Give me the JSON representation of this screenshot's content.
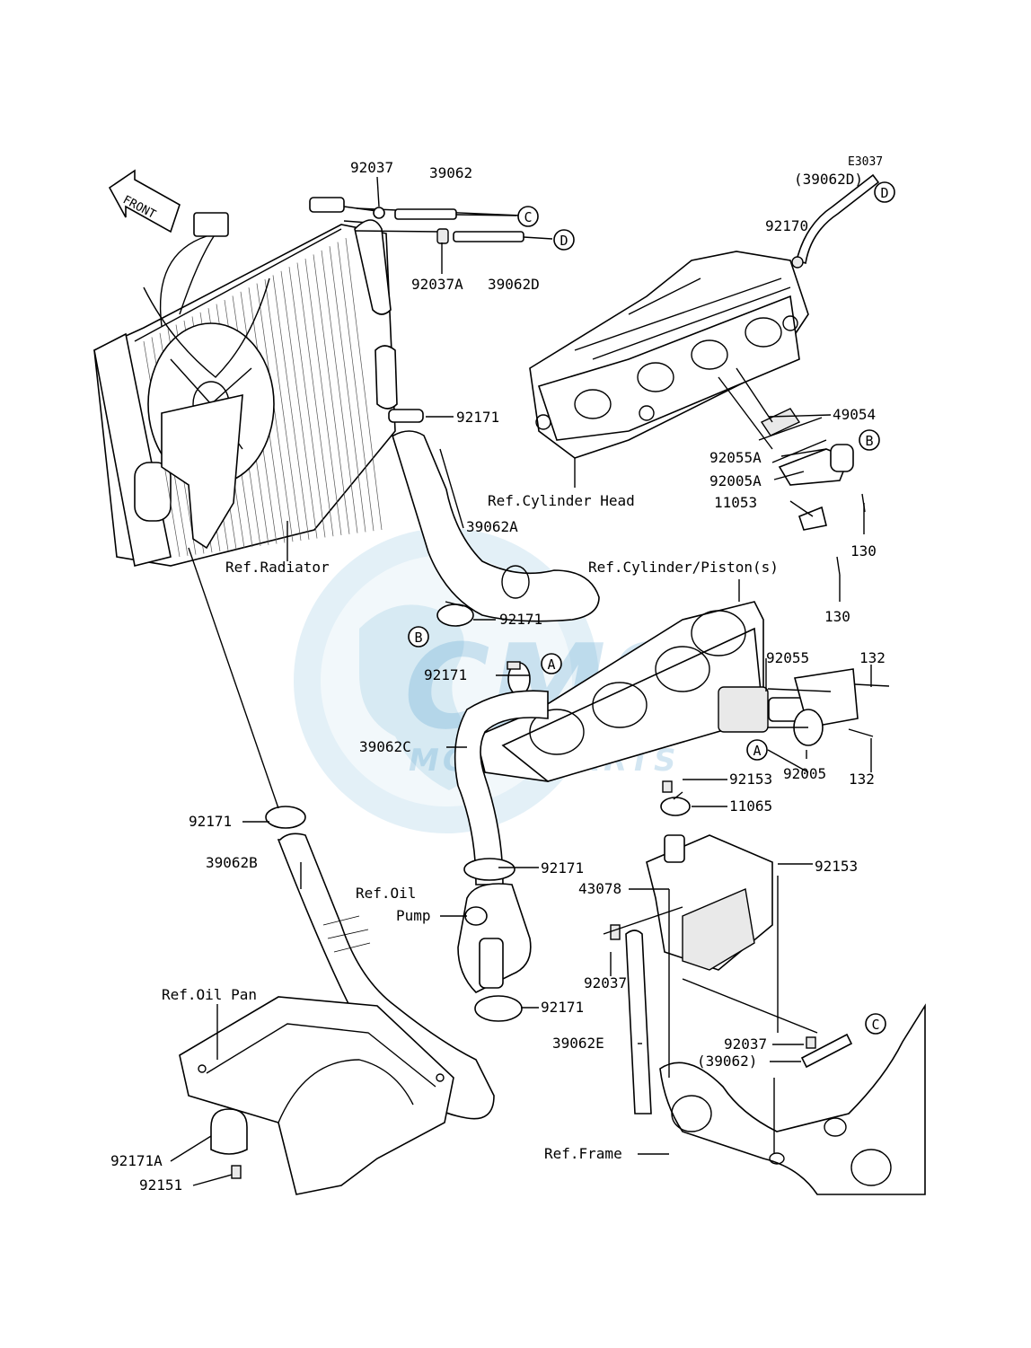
{
  "diagram": {
    "code": "E3037",
    "front_label": "FRONT",
    "watermark": {
      "logo_text": "CMS",
      "sub_text": "MOTORPARTS"
    },
    "part_labels": {
      "p92037_top": "92037",
      "p39062_top": "39062",
      "p92037A": "92037A",
      "p39062D": "39062D",
      "p39062D_paren": "(39062D)",
      "p92170": "92170",
      "p92171_upper": "92171",
      "p39062A": "39062A",
      "p49054": "49054",
      "p92055A": "92055A",
      "p92005A": "92005A",
      "p11053": "11053",
      "p130_a": "130",
      "p130_b": "130",
      "p92171_b": "92171",
      "p92171_a": "92171",
      "p39062C": "39062C",
      "p92055": "92055",
      "p132_a": "132",
      "p132_b": "132",
      "p92005": "92005",
      "p92153_a": "92153",
      "p11065": "11065",
      "p92153_b": "92153",
      "p92171_left": "92171",
      "p39062B": "39062B",
      "p92171_pump_top": "92171",
      "p43078": "43078",
      "p92037_mid": "92037",
      "p92171_pump_bottom": "92171",
      "p39062E": "39062E",
      "p92037_low": "92037",
      "p39062_paren": "(39062)",
      "p92171A": "92171A",
      "p92151": "92151"
    },
    "ref_labels": {
      "cylinder_head": "Ref.Cylinder Head",
      "radiator": "Ref.Radiator",
      "cylinder_piston": "Ref.Cylinder/Piston(s)",
      "oil_pump_1": "Ref.Oil",
      "oil_pump_2": "Pump",
      "oil_pan": "Ref.Oil Pan",
      "frame": "Ref.Frame"
    },
    "connectors": {
      "c_top": "C",
      "d_top": "D",
      "d_right": "D",
      "b_right": "B",
      "b_left": "B",
      "a_top": "A",
      "a_right": "A",
      "c_low": "C"
    }
  }
}
